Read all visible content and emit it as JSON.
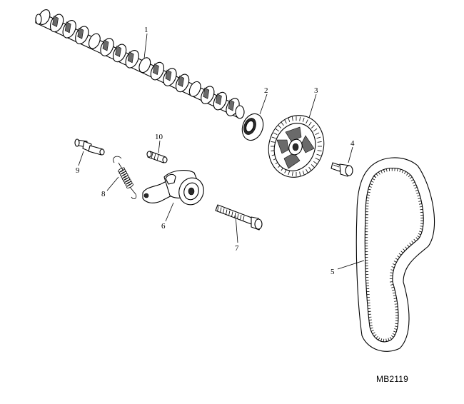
{
  "diagram": {
    "reference_code": "MB2119",
    "callouts": [
      {
        "id": "1",
        "text": "1"
      },
      {
        "id": "2",
        "text": "2"
      },
      {
        "id": "3",
        "text": "3"
      },
      {
        "id": "4",
        "text": "4"
      },
      {
        "id": "5",
        "text": "5"
      },
      {
        "id": "6",
        "text": "6"
      },
      {
        "id": "7",
        "text": "7"
      },
      {
        "id": "8",
        "text": "8"
      },
      {
        "id": "9",
        "text": "9"
      },
      {
        "id": "10",
        "text": "10"
      }
    ]
  }
}
